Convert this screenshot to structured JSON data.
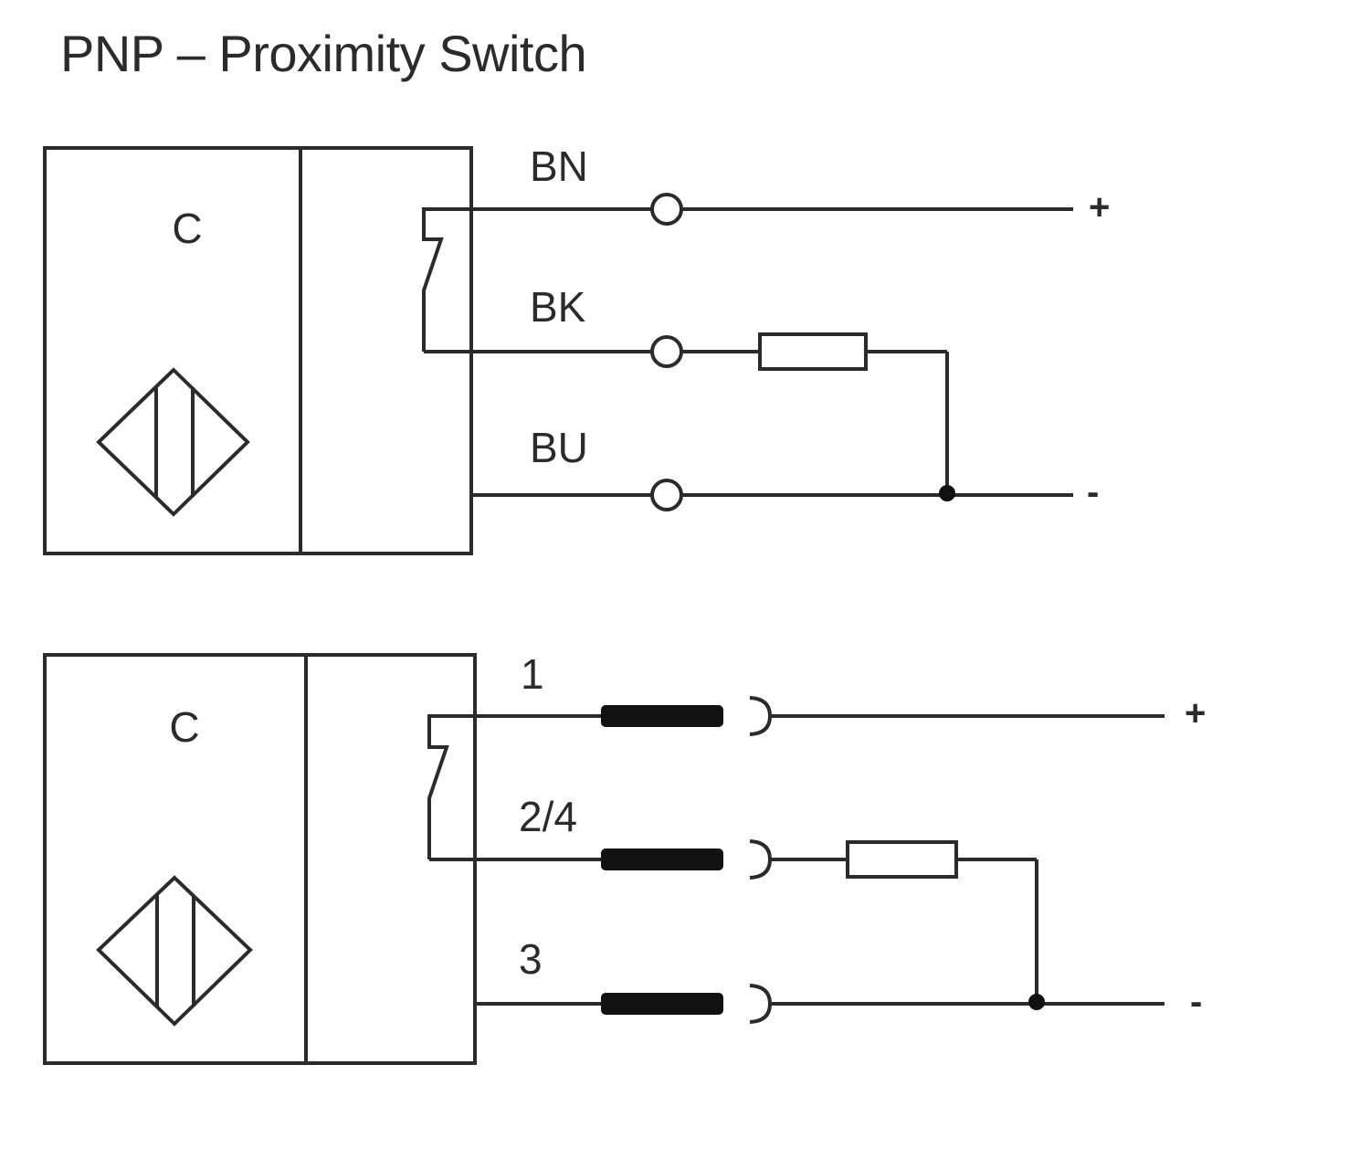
{
  "title": "PNP – Proximity Switch",
  "cable_diagram": {
    "sensor_label": "C",
    "wires": [
      {
        "label": "BN",
        "supply": "+"
      },
      {
        "label": "BK"
      },
      {
        "label": "BU",
        "supply": "-"
      }
    ]
  },
  "connector_diagram": {
    "sensor_label": "C",
    "pins": [
      {
        "label": "1",
        "supply": "+"
      },
      {
        "label": "2/4"
      },
      {
        "label": "3",
        "supply": "-"
      }
    ]
  }
}
